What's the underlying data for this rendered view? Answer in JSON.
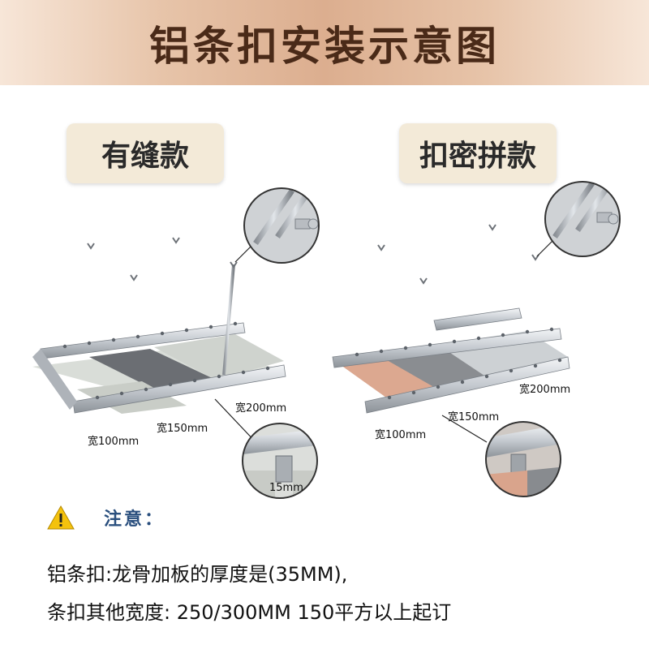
{
  "title": "铝条扣安装示意图",
  "left_panel": {
    "label": "有缝款",
    "width_labels": [
      "宽100mm",
      "宽150mm",
      "宽200mm"
    ],
    "detail_label": "15mm"
  },
  "right_panel": {
    "label": "扣密拼款",
    "width_labels": [
      "宽100mm",
      "宽150mm",
      "宽200mm"
    ]
  },
  "notice": {
    "title": "注意：",
    "line1": "铝条扣:龙骨加板的厚度是(35MM),",
    "line2": "条扣其他宽度: 250/300MM 150平方以上起订"
  }
}
